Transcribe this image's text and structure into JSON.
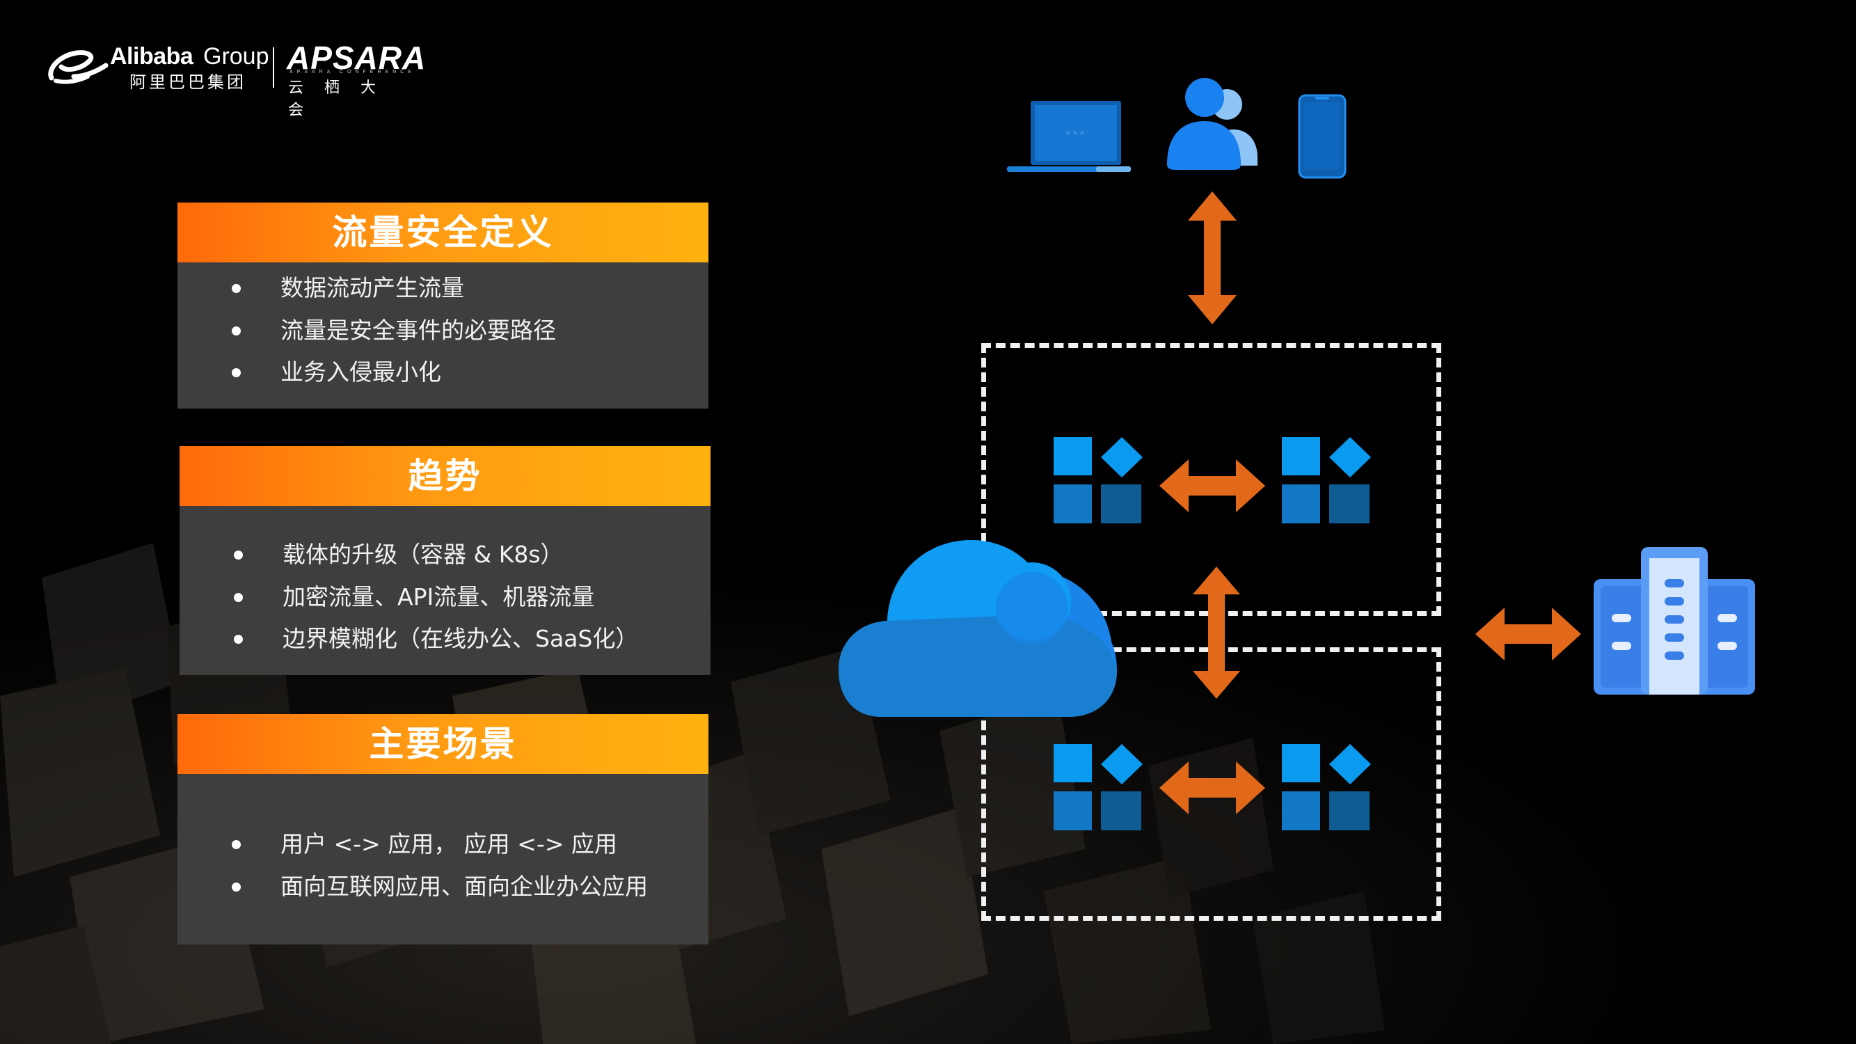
{
  "logo": {
    "alibaba": "Alibaba",
    "group": "Group",
    "alibaba_cn": "阿里巴巴集团",
    "apsara": "APSARA",
    "apsara_sub": "APSARA CONFERENCE",
    "apsara_cn": "云栖大会"
  },
  "panels": [
    {
      "title": "流量安全定义",
      "items": [
        "数据流动产生流量",
        "流量是安全事件的必要路径",
        "业务入侵最小化"
      ]
    },
    {
      "title": "趋势",
      "items": [
        "载体的升级（容器 & K8s）",
        "加密流量、API流量、机器流量",
        "边界模糊化（在线办公、SaaS化）"
      ]
    },
    {
      "title": "主要场景",
      "items": [
        "用户 <-> 应用， 应用 <-> 应用",
        "面向互联网应用、面向企业办公应用"
      ]
    }
  ],
  "diagram": {
    "icons": [
      "laptop-icon",
      "users-icon",
      "phone-icon",
      "cloud-icon",
      "app-grid-icon",
      "building-icon",
      "double-arrow-icon"
    ],
    "colors": {
      "arrow": "#e2691a",
      "blue_light": "#0a9bf0",
      "blue_mid": "#1277c4",
      "blue_dark": "#0f5c94",
      "building": "#4a8ff2",
      "dash": "#f0f0f0",
      "panel_body": "#3e3e3e",
      "panel_head_start": "#ff6a0a",
      "panel_head_end": "#ffb20f"
    }
  }
}
